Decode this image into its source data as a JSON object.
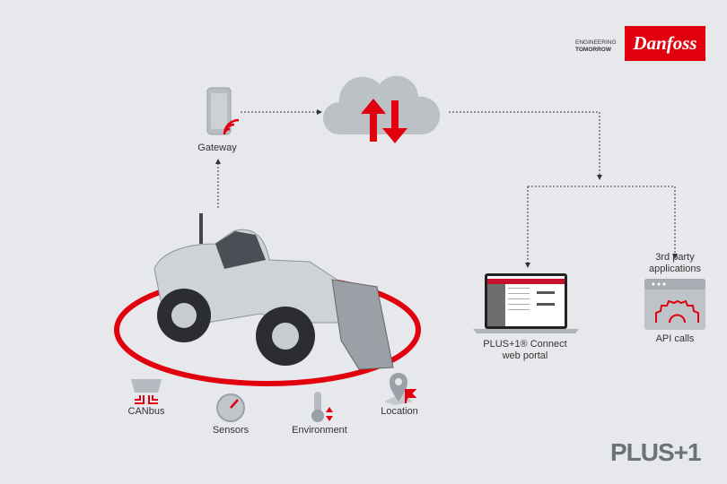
{
  "brand": {
    "tagline_line1": "ENGINEERING",
    "tagline_line2": "TOMORROW",
    "logo_text": "Danfoss",
    "product_logo": "PLUS+1"
  },
  "nodes": {
    "gateway": "Gateway",
    "portal_line1": "PLUS+1® Connect",
    "portal_line2": "web portal",
    "third_party_line1": "3rd party",
    "third_party_line2": "applications",
    "api": "API calls"
  },
  "sensors": [
    {
      "label": "CANbus",
      "icon": "canbus-connector-icon"
    },
    {
      "label": "Sensors",
      "icon": "gauge-icon"
    },
    {
      "label": "Environment",
      "icon": "thermometer-icon"
    },
    {
      "label": "Location",
      "icon": "location-pin-icon"
    }
  ],
  "colors": {
    "accent": "#e2000f",
    "background": "#e6e8eb",
    "icon_gray": "#a9afb6"
  }
}
